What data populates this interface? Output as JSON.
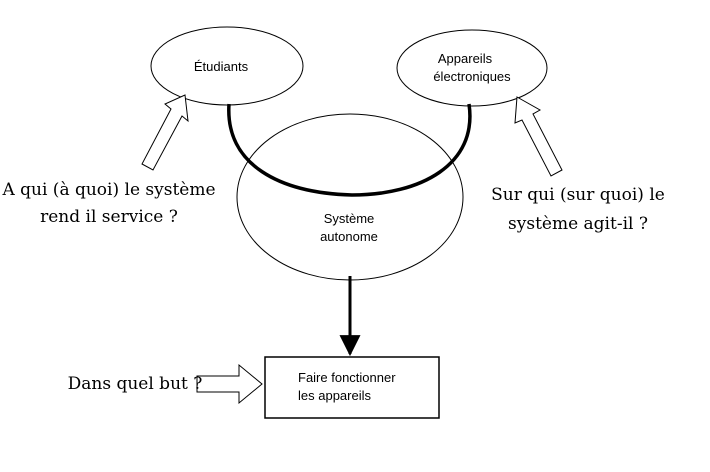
{
  "diagram": {
    "nodes": {
      "etudiants": "Étudiants",
      "appareils_line1": "Appareils",
      "appareils_line2": "électroniques",
      "systeme_line1": "Système",
      "systeme_line2": "autonome",
      "but_line1": "Faire fonctionner",
      "but_line2": "les appareils"
    },
    "questions": {
      "service_line1": "A qui (à quoi) le système",
      "service_line2": "rend il service ?",
      "agit_line1": "Sur qui (sur quoi) le",
      "agit_line2": "système agit-il ?",
      "but": "Dans quel but ?"
    }
  }
}
